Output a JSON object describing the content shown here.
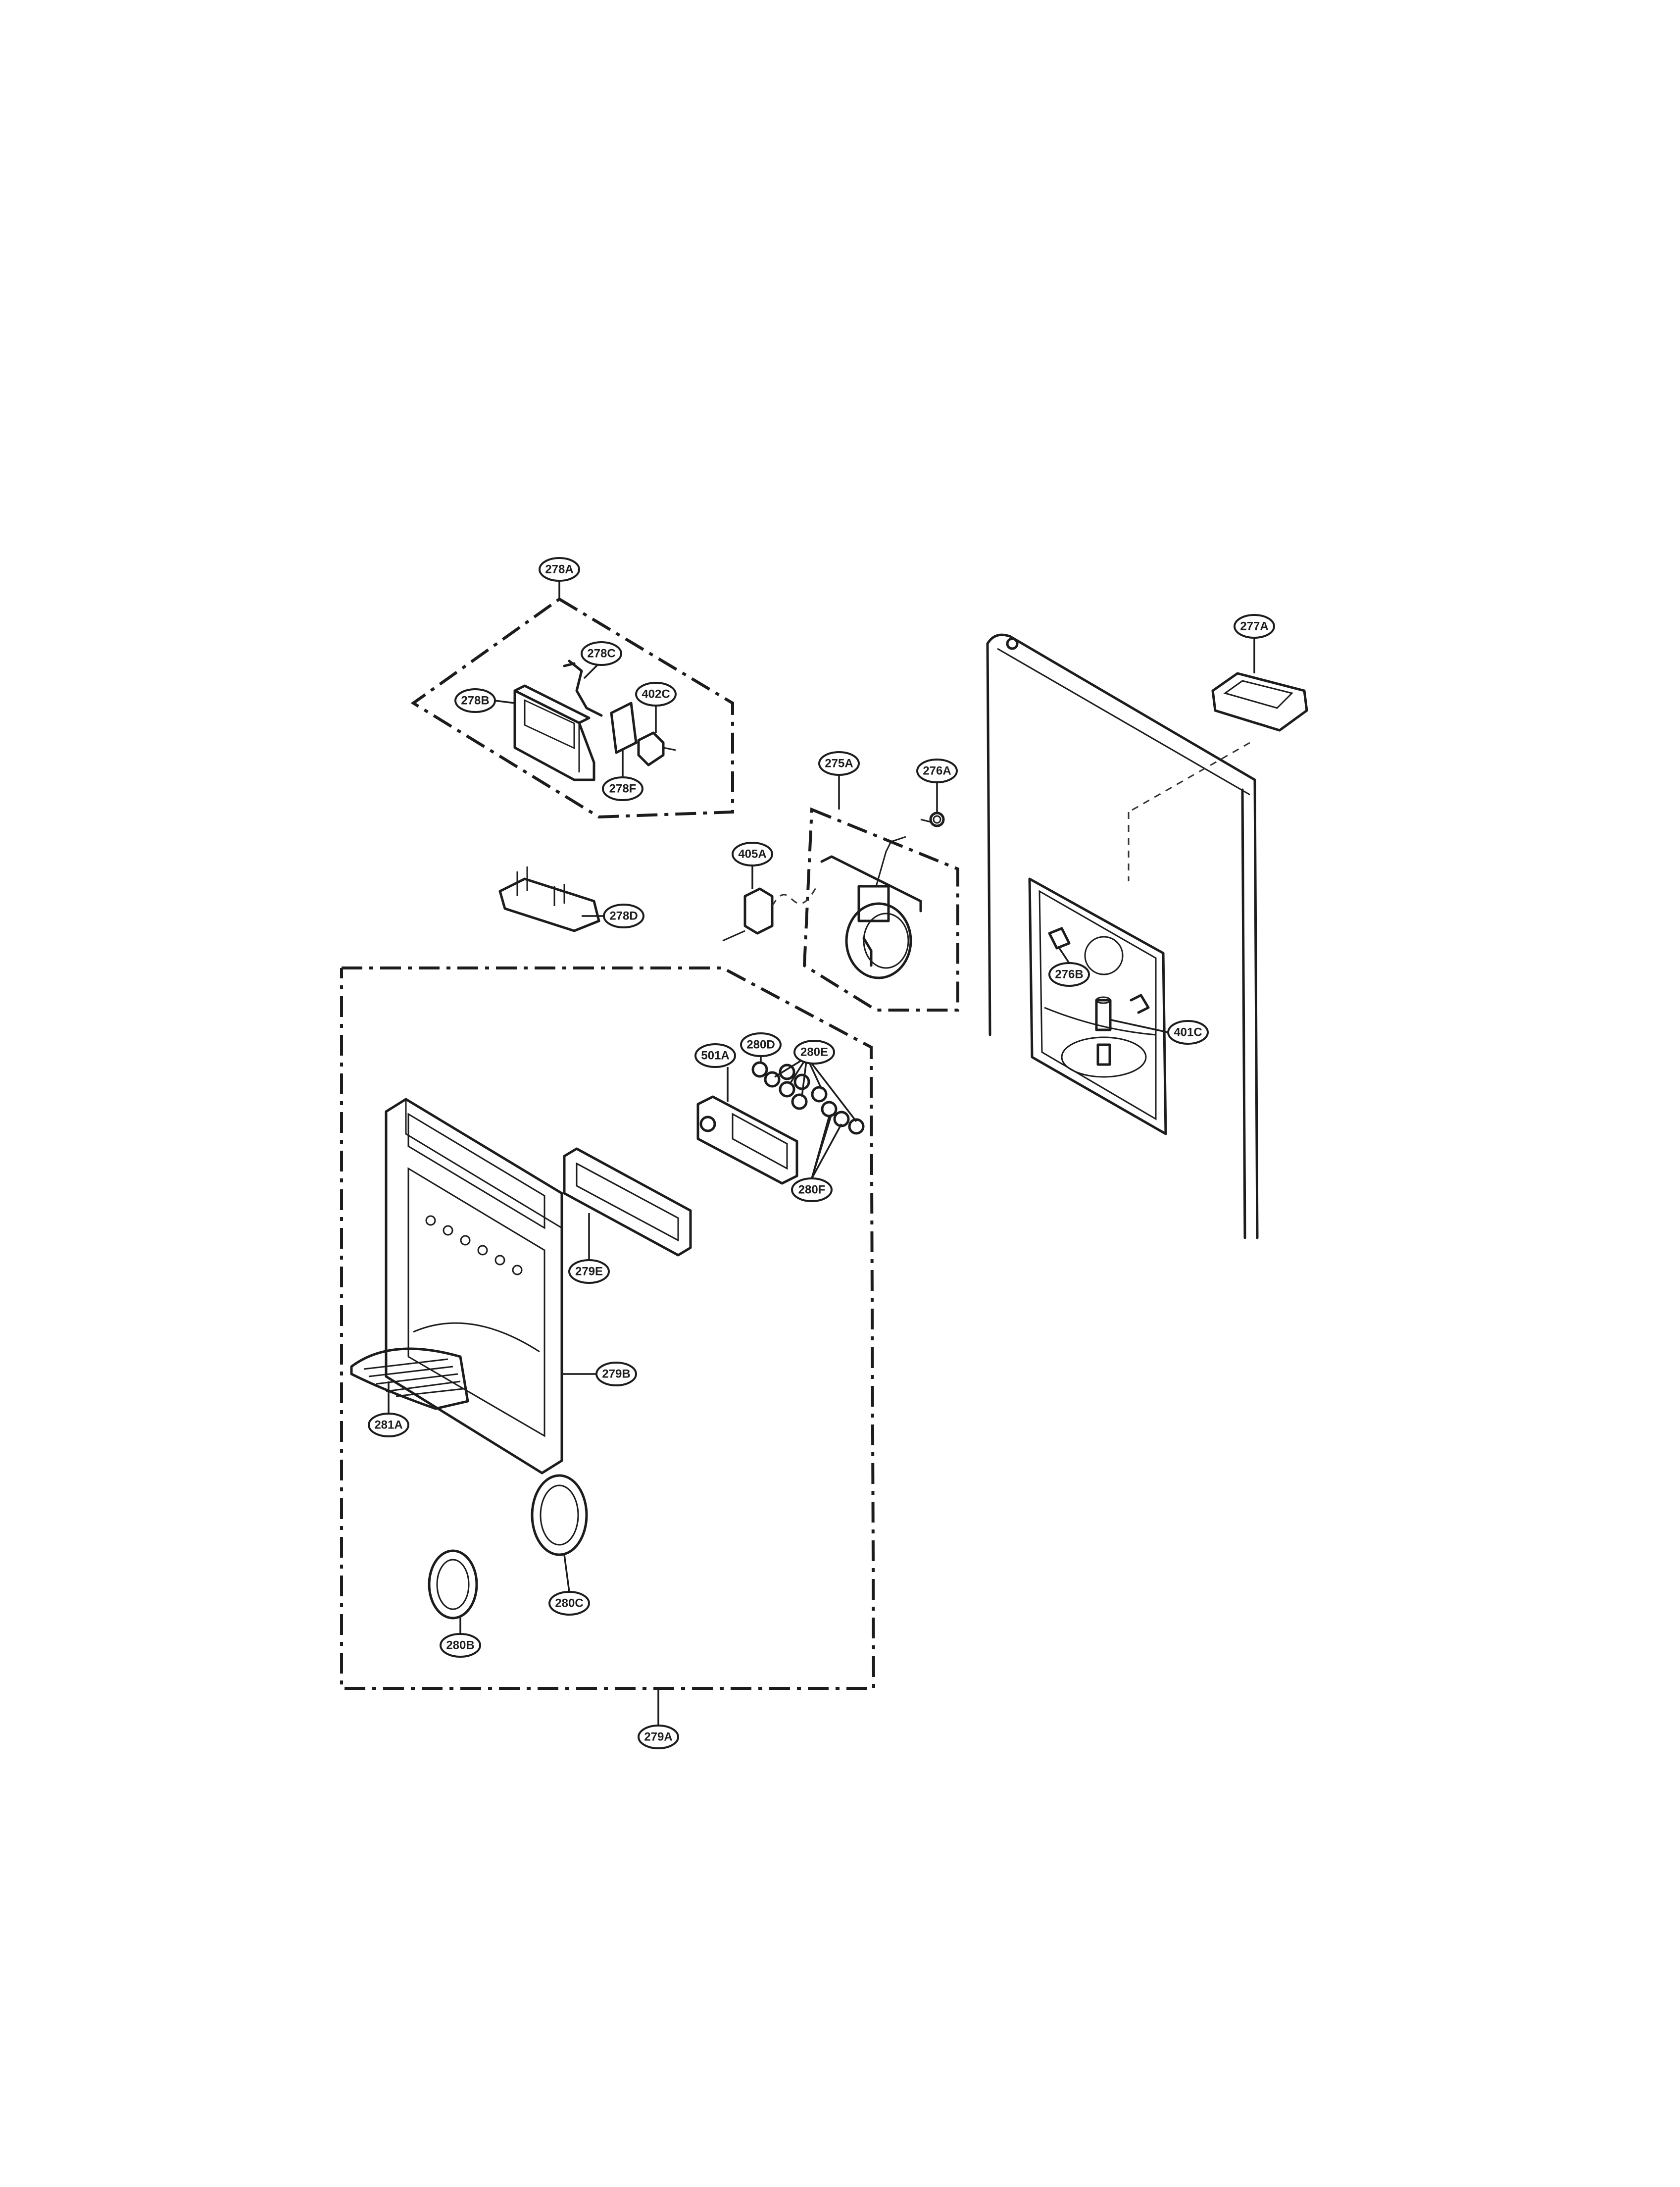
{
  "diagram": {
    "callouts": [
      {
        "id": "278A",
        "label": "278A"
      },
      {
        "id": "278C",
        "label": "278C"
      },
      {
        "id": "278B",
        "label": "278B"
      },
      {
        "id": "402C",
        "label": "402C"
      },
      {
        "id": "278F",
        "label": "278F"
      },
      {
        "id": "278D",
        "label": "278D"
      },
      {
        "id": "277A",
        "label": "277A"
      },
      {
        "id": "275A",
        "label": "275A"
      },
      {
        "id": "276A",
        "label": "276A"
      },
      {
        "id": "405A",
        "label": "405A"
      },
      {
        "id": "276B",
        "label": "276B"
      },
      {
        "id": "401C",
        "label": "401C"
      },
      {
        "id": "280D",
        "label": "280D"
      },
      {
        "id": "501A",
        "label": "501A"
      },
      {
        "id": "280E",
        "label": "280E"
      },
      {
        "id": "280F",
        "label": "280F"
      },
      {
        "id": "279E",
        "label": "279E"
      },
      {
        "id": "279B",
        "label": "279B"
      },
      {
        "id": "281A",
        "label": "281A"
      },
      {
        "id": "280C",
        "label": "280C"
      },
      {
        "id": "280B",
        "label": "280B"
      },
      {
        "id": "279A",
        "label": "279A"
      }
    ]
  }
}
